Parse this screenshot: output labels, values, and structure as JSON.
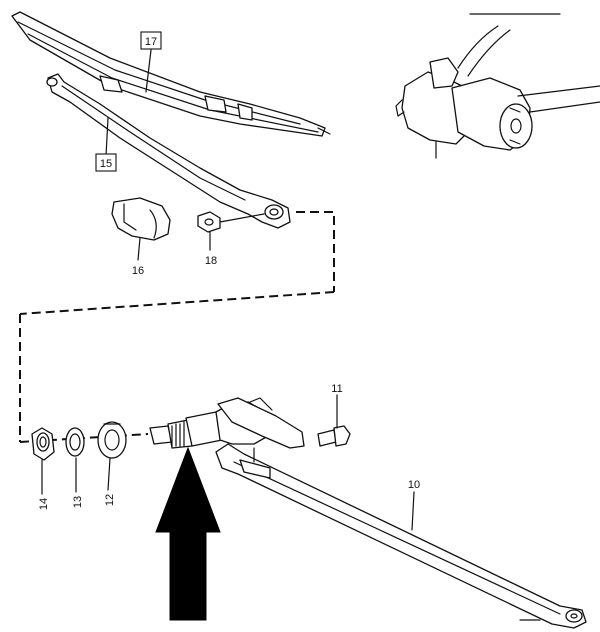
{
  "callouts": {
    "p10": "10",
    "p11": "11",
    "p12": "12",
    "p13": "13",
    "p14": "14",
    "p15": "15",
    "p16": "16",
    "p17": "17",
    "p18": "18"
  },
  "colors": {
    "ink": "#111111",
    "paper": "#ffffff",
    "arrow": "#000000"
  },
  "icons": {
    "pointer": "up-arrow-icon"
  }
}
